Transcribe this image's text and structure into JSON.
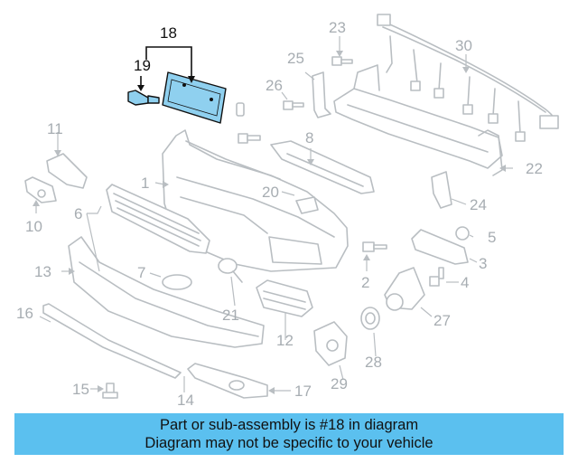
{
  "diagram": {
    "highlighted_part": "18",
    "callouts": [
      "1",
      "2",
      "3",
      "4",
      "5",
      "6",
      "7",
      "8",
      "10",
      "11",
      "12",
      "13",
      "14",
      "15",
      "16",
      "17",
      "18",
      "19",
      "20",
      "21",
      "22",
      "23",
      "24",
      "25",
      "26",
      "27",
      "28",
      "29",
      "30"
    ],
    "colors": {
      "line": "#b9bec2",
      "label": "#a7adb2",
      "highlight_fill": "#8fd0ef",
      "highlight_line": "#111111"
    }
  },
  "banner": {
    "line1": "Part or sub-assembly is #18 in diagram",
    "line2": "Diagram may not be specific to your vehicle",
    "color": "#5bc0ef"
  }
}
